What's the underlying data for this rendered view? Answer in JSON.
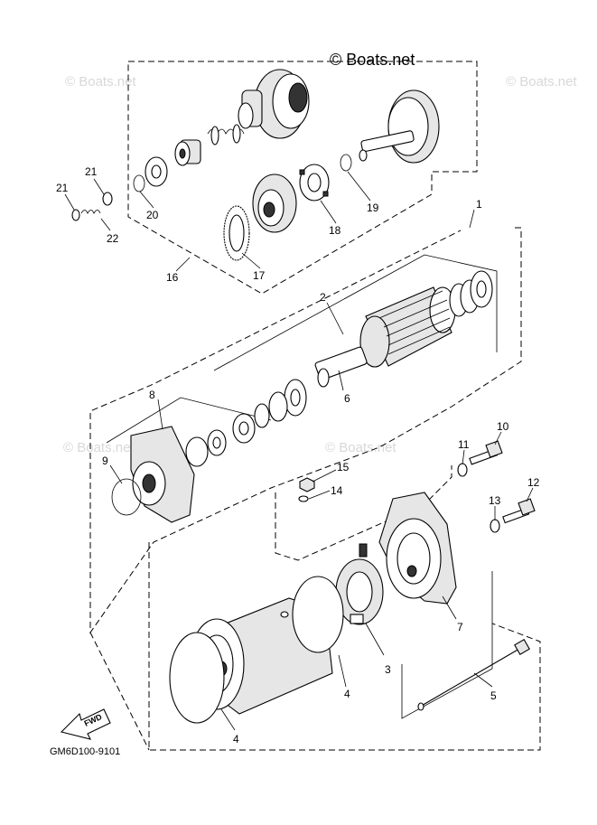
{
  "watermark": {
    "main": "© Boats.net",
    "faint": "© Boats.net"
  },
  "diagram_code": "GM6D100-9101",
  "fwd_label": "FWD",
  "callouts": {
    "c1": "1",
    "c2": "2",
    "c3": "3",
    "c4a": "4",
    "c4b": "4",
    "c5": "5",
    "c6": "6",
    "c7": "7",
    "c8": "8",
    "c9": "9",
    "c10": "10",
    "c11": "11",
    "c12": "12",
    "c13": "13",
    "c14": "14",
    "c15": "15",
    "c16": "16",
    "c17": "17",
    "c18": "18",
    "c19": "19",
    "c20": "20",
    "c21a": "21",
    "c21b": "21",
    "c22": "22"
  }
}
